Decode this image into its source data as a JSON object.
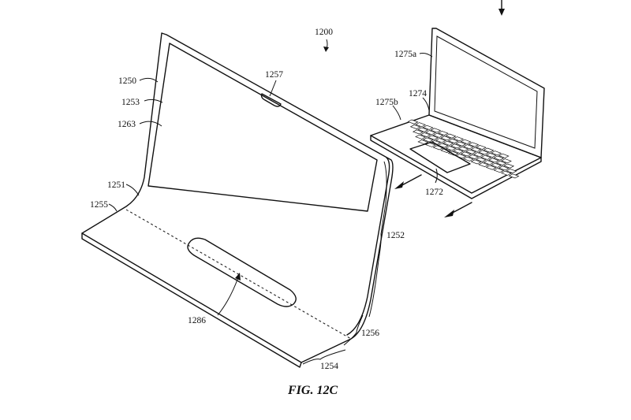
{
  "figure": {
    "caption": "FIG. 12C",
    "labels": {
      "l1200": "1200",
      "l1250": "1250",
      "l1253": "1253",
      "l1263": "1263",
      "l1257": "1257",
      "l1251": "1251",
      "l1255": "1255",
      "l1252": "1252",
      "l1286": "1286",
      "l1256": "1256",
      "l1254": "1254",
      "l1275a": "1275a",
      "l1275b": "1275b",
      "l1274": "1274",
      "l1272": "1272"
    }
  },
  "colors": {
    "line": "#111111",
    "background": "#ffffff"
  }
}
